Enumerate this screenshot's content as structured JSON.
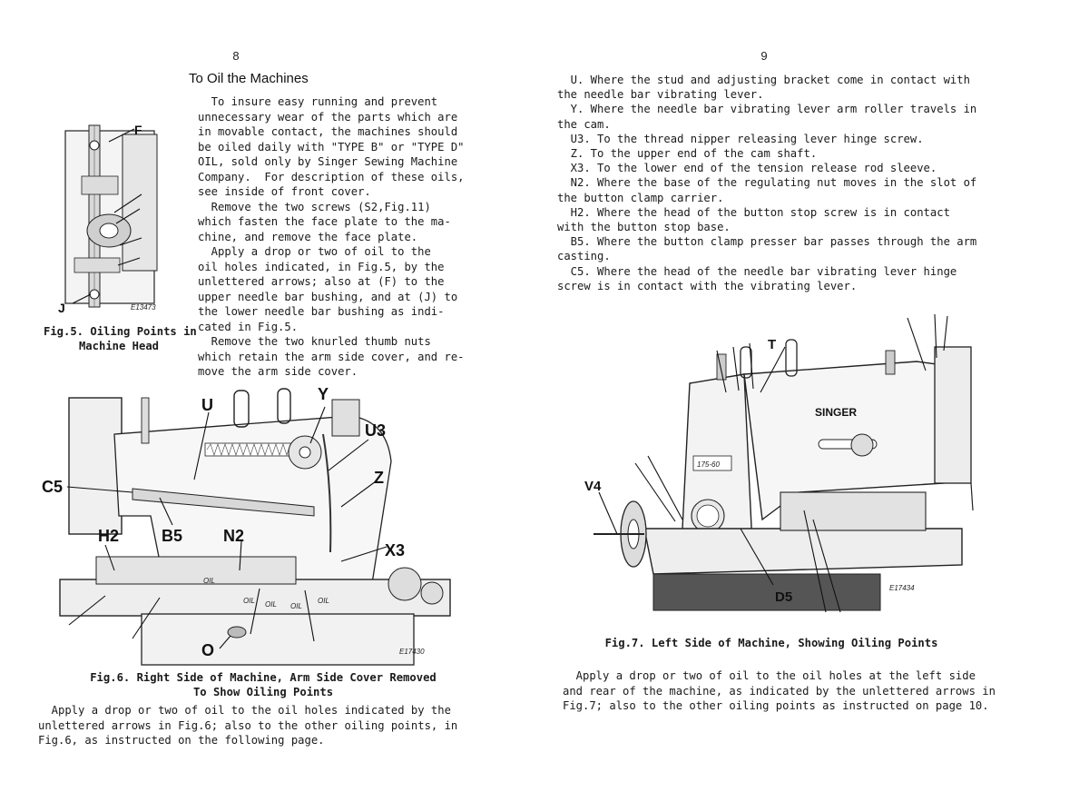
{
  "left_page": {
    "page_number": "8",
    "heading": "To Oil the Machines",
    "intro_lines": [
      "  To insure easy running and prevent",
      "unnecessary wear of the parts which are",
      "in movable contact, the machines should",
      "be oiled daily with \"TYPE B\" or \"TYPE D\"",
      "OIL, sold only by Singer Sewing Machine",
      "Company.  For description of these oils,",
      "see inside of front cover.",
      "  Remove the two screws (S2,Fig.11)",
      "which fasten the face plate to the ma-",
      "chine, and remove the face plate.",
      "  Apply a drop or two of oil to the",
      "oil holes indicated, in Fig.5, by the",
      "unlettered arrows; also at (F) to the",
      "upper needle bar bushing, and at (J) to",
      "the lower needle bar bushing as indi-",
      "cated in Fig.5.",
      "  Remove the two knurled thumb nuts",
      "which retain the arm side cover, and re-",
      "move the arm side cover."
    ],
    "fig5": {
      "caption_lines": [
        "Fig.5. Oiling Points in",
        "Machine Head"
      ],
      "label_f": "F",
      "label_j": "J",
      "code": "E13473"
    },
    "fig6": {
      "labels": {
        "u": "U",
        "y": "Y",
        "u3": "U3",
        "c5": "C5",
        "z": "Z",
        "h2": "H2",
        "b5": "B5",
        "n2": "N2",
        "x3": "X3",
        "o": "O"
      },
      "oil_marks": [
        "OIL",
        "OIL",
        "OIL",
        "OIL",
        "OIL"
      ],
      "code": "E17430",
      "caption_lines": [
        "Fig.6. Right Side of Machine, Arm Side Cover Removed",
        "To Show Oiling Points"
      ]
    },
    "outro_lines": [
      "  Apply a drop or two of oil to the oil holes indicated by the",
      "unlettered arrows in Fig.6; also to the other oiling points, in",
      "Fig.6, as instructed on the following page."
    ]
  },
  "right_page": {
    "page_number": "9",
    "list_lines": [
      "  U. Where the stud and adjusting bracket come in contact with",
      "the needle bar vibrating lever.",
      "  Y. Where the needle bar vibrating lever arm roller travels in",
      "the cam.",
      "  U3. To the thread nipper releasing lever hinge screw.",
      "  Z. To the upper end of the cam shaft.",
      "  X3. To the lower end of the tension release rod sleeve.",
      "  N2. Where the base of the regulating nut moves in the slot of",
      "the button clamp carrier.",
      "  H2. Where the head of the button stop screw is in contact",
      "with the button stop base.",
      "  B5. Where the button clamp presser bar passes through the arm",
      "casting.",
      "  C5. Where the head of the needle bar vibrating lever hinge",
      "screw is in contact with the vibrating lever."
    ],
    "fig7": {
      "labels": {
        "t": "T",
        "v4": "V4",
        "d5": "D5"
      },
      "brand": "SINGER",
      "model": "175-60",
      "code": "E17434",
      "caption": "Fig.7. Left Side of Machine, Showing Oiling Points"
    },
    "outro_lines": [
      "  Apply a drop or two of oil to the oil holes at the left side",
      "and rear of the machine, as indicated by the unlettered arrows in",
      "Fig.7; also to the other oiling points as instructed on page 10."
    ]
  }
}
